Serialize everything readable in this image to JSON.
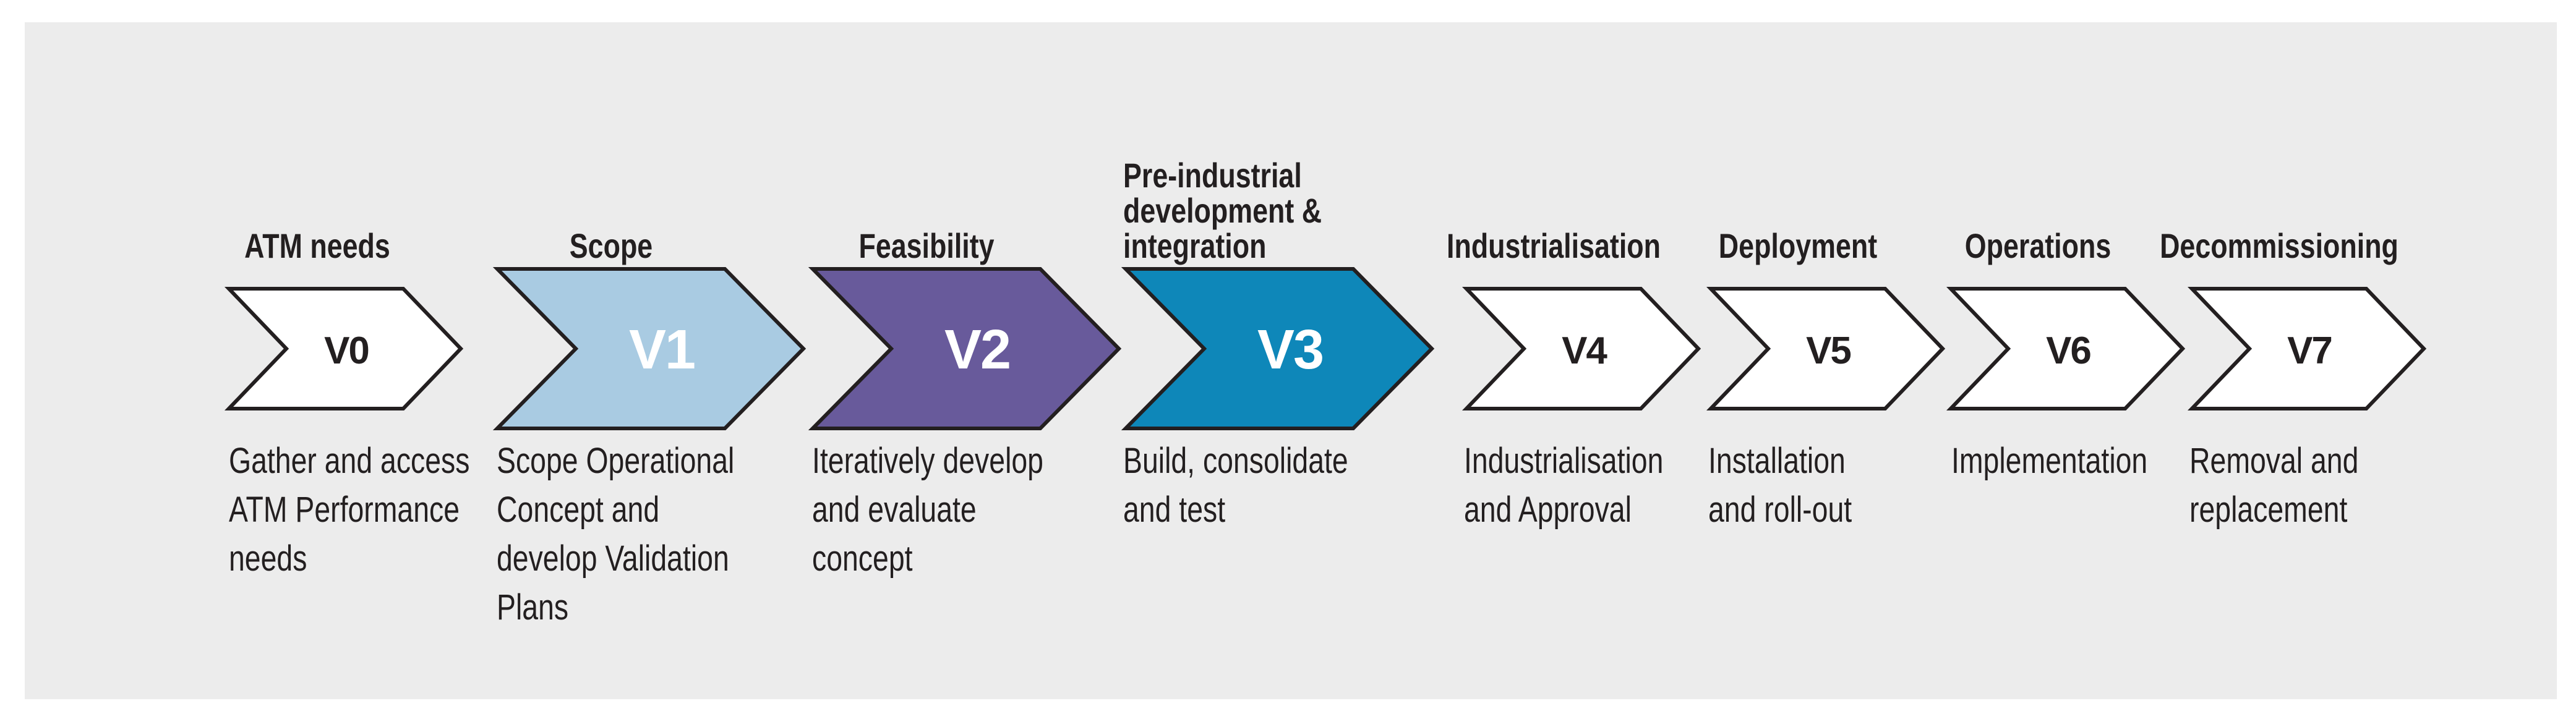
{
  "colors": {
    "page_bg": "#ffffff",
    "panel_bg": "#ececec",
    "outline": "#231f20",
    "text": "#231f20"
  },
  "phases": [
    {
      "num": "V0",
      "label_lines": [
        "ATM needs"
      ],
      "desc_lines": [
        "Gather and access",
        "ATM Performance",
        "needs"
      ],
      "fill": "#ffffff",
      "num_color": "#231f20"
    },
    {
      "num": "V1",
      "label_lines": [
        "Scope"
      ],
      "desc_lines": [
        "Scope Operational",
        "Concept and",
        "develop Validation",
        "Plans"
      ],
      "fill": "#a9cbe2",
      "num_color": "#ffffff"
    },
    {
      "num": "V2",
      "label_lines": [
        "Feasibility"
      ],
      "desc_lines": [
        "Iteratively develop",
        "and evaluate",
        "concept"
      ],
      "fill": "#685a9b",
      "num_color": "#ffffff"
    },
    {
      "num": "V3",
      "label_lines": [
        "Pre-industrial",
        "development &",
        "integration"
      ],
      "desc_lines": [
        "Build, consolidate",
        "and test"
      ],
      "fill": "#0e87b9",
      "num_color": "#ffffff"
    },
    {
      "num": "V4",
      "label_lines": [
        "Industrialisation"
      ],
      "desc_lines": [
        "Industrialisation",
        "and Approval"
      ],
      "fill": "#ffffff",
      "num_color": "#231f20"
    },
    {
      "num": "V5",
      "label_lines": [
        "Deployment"
      ],
      "desc_lines": [
        "Installation",
        "and roll-out"
      ],
      "fill": "#ffffff",
      "num_color": "#231f20"
    },
    {
      "num": "V6",
      "label_lines": [
        "Operations"
      ],
      "desc_lines": [
        "Implementation"
      ],
      "fill": "#ffffff",
      "num_color": "#231f20"
    },
    {
      "num": "V7",
      "label_lines": [
        "Decommissioning"
      ],
      "desc_lines": [
        "Removal and",
        "replacement"
      ],
      "fill": "#ffffff",
      "num_color": "#231f20"
    }
  ]
}
